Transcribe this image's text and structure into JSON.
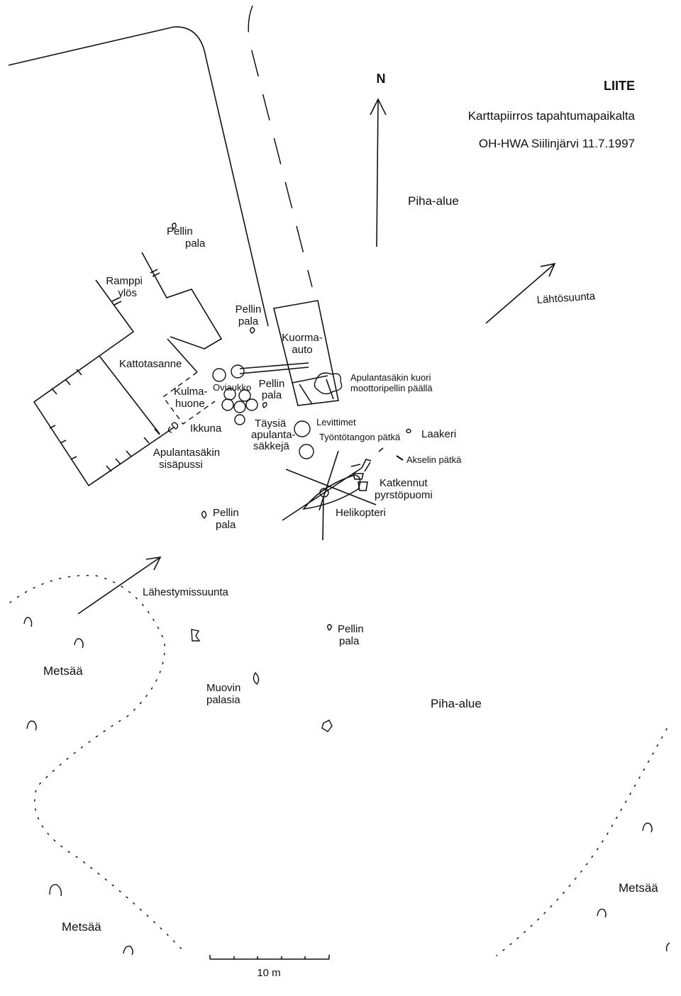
{
  "header": {
    "title": "LIITE",
    "subtitle": "Karttapiirros tapahtumapaikalta",
    "reference": "OH-HWA Siilinjärvi 11.7.1997"
  },
  "north_label": "N",
  "labels": {
    "piha_alue_top": "Piha-alue",
    "lahtosuunta": "Lähtösuunta",
    "pellin_pala_1": [
      "Pellin",
      "pala"
    ],
    "ramppi": [
      "Ramppi",
      "ylös"
    ],
    "pellin_pala_2": [
      "Pellin",
      "pala"
    ],
    "kuorma_auto": [
      "Kuorma-",
      "auto"
    ],
    "kattotasanne": "Kattotasanne",
    "kulmahuone": [
      "Kulma-",
      "huone"
    ],
    "oviaukko": "Oviaukko",
    "pellin_pala_3": [
      "Pellin",
      "pala"
    ],
    "apulantasakin_kuori": [
      "Apulantasäkin kuori",
      "moottoripellin päällä"
    ],
    "ikkuna": "Ikkuna",
    "taysia": [
      "Täysiä",
      "apulanta-",
      "säkkejä"
    ],
    "levittimet": "Levittimet",
    "tyontotangon": "Työntötangon pätkä",
    "laakeri": "Laakeri",
    "akselin": "Akselin pätkä",
    "apulantasakin_sisapussi": [
      "Apulantasäkin",
      "sisäpussi"
    ],
    "katkennut": [
      "Katkennut",
      "pyrstöpuomi"
    ],
    "helikopteri": "Helikopteri",
    "pellin_pala_4": [
      "Pellin",
      "pala"
    ],
    "lahestymissuunta": "Lähestymissuunta",
    "pellin_pala_5": [
      "Pellin",
      "pala"
    ],
    "metsa_left": "Metsää",
    "muovin": [
      "Muovin",
      "palasia"
    ],
    "piha_alue_bottom": "Piha-alue",
    "metsa_right": "Metsää",
    "metsa_bottom": "Metsää",
    "scale": "10 m"
  }
}
